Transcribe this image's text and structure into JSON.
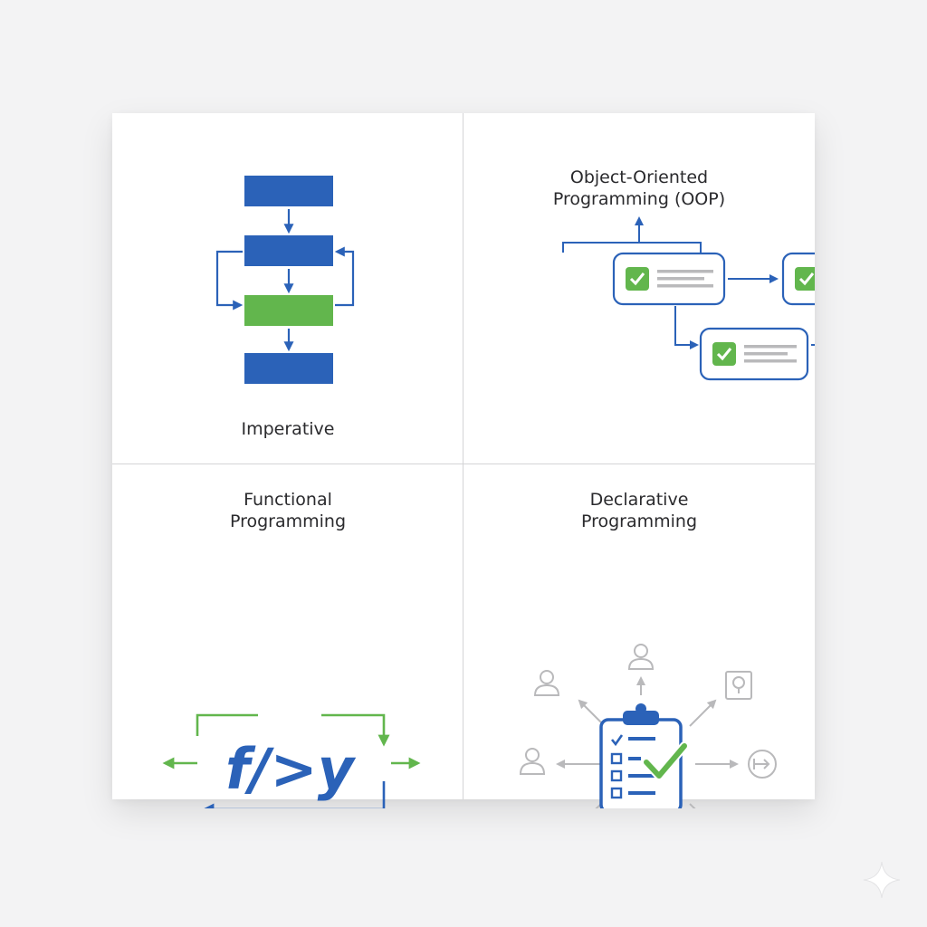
{
  "colors": {
    "blue": "#2b62b8",
    "green": "#62b64d",
    "gray": "#b9b9bb",
    "text": "#2a2a2d"
  },
  "quadrants": {
    "imperative": {
      "title": "Imperative"
    },
    "oop": {
      "title_line1": "Object-Oriented",
      "title_line2": "Programming (OOP)"
    },
    "functional": {
      "title_line1": "Functional",
      "title_line2": "Programming",
      "formula": "f/>y"
    },
    "declarative": {
      "title_line1": "Declarative",
      "title_line2": "Programming"
    }
  }
}
